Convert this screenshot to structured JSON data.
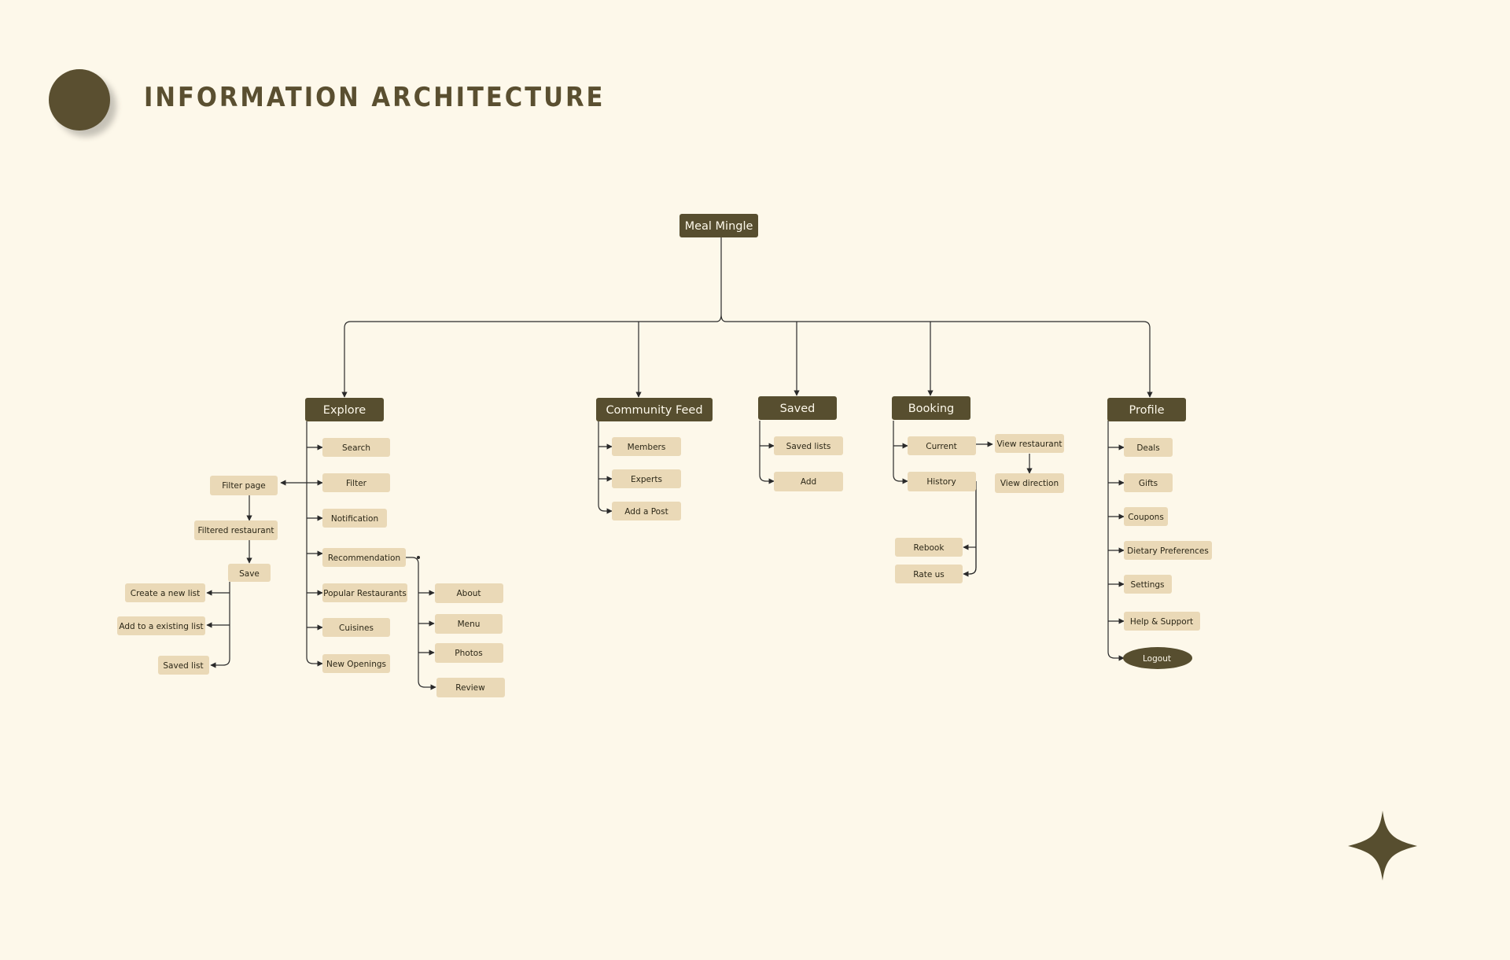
{
  "header": {
    "title": "INFORMATION ARCHITECTURE"
  },
  "diagram": {
    "root": "Meal Mingle",
    "sections": {
      "explore": "Explore",
      "community_feed": "Community Feed",
      "saved": "Saved",
      "booking": "Booking",
      "profile": "Profile"
    },
    "explore_items": {
      "search": "Search",
      "filter": "Filter",
      "notification": "Notification",
      "recommendation": "Recommendation",
      "popular_restaurants": "Popular Restaurants",
      "cuisines": "Cuisines",
      "new_openings": "New Openings"
    },
    "filter_flow": {
      "filter_page": "Filter page",
      "filtered_restaurant": "Filtered restaurant",
      "save": "Save",
      "create_new_list": "Create a new list",
      "add_existing_list": "Add to a existing list",
      "saved_list": "Saved list"
    },
    "recommendation_items": {
      "about": "About",
      "menu": "Menu",
      "photos": "Photos",
      "review": "Review"
    },
    "community_items": {
      "members": "Members",
      "experts": "Experts",
      "add_post": "Add a Post"
    },
    "saved_items": {
      "saved_lists": "Saved lists",
      "add": "Add"
    },
    "booking_items": {
      "current": "Current",
      "history": "History",
      "view_restaurant": "View restaurant",
      "view_direction": "View direction",
      "rebook": "Rebook",
      "rate_us": "Rate us"
    },
    "profile_items": {
      "deals": "Deals",
      "gifts": "Gifts",
      "coupons": "Coupons",
      "dietary_preferences": "Dietary Preferences",
      "settings": "Settings",
      "help_support": "Help & Support",
      "logout": "Logout"
    }
  },
  "colors": {
    "background": "#fdf8ea",
    "dark_node": "#574e2f",
    "light_node": "#ead9b7",
    "edge": "#2a2a2a"
  },
  "icons": {
    "decoration": "four-point-star-icon",
    "badge": "circle-icon"
  }
}
